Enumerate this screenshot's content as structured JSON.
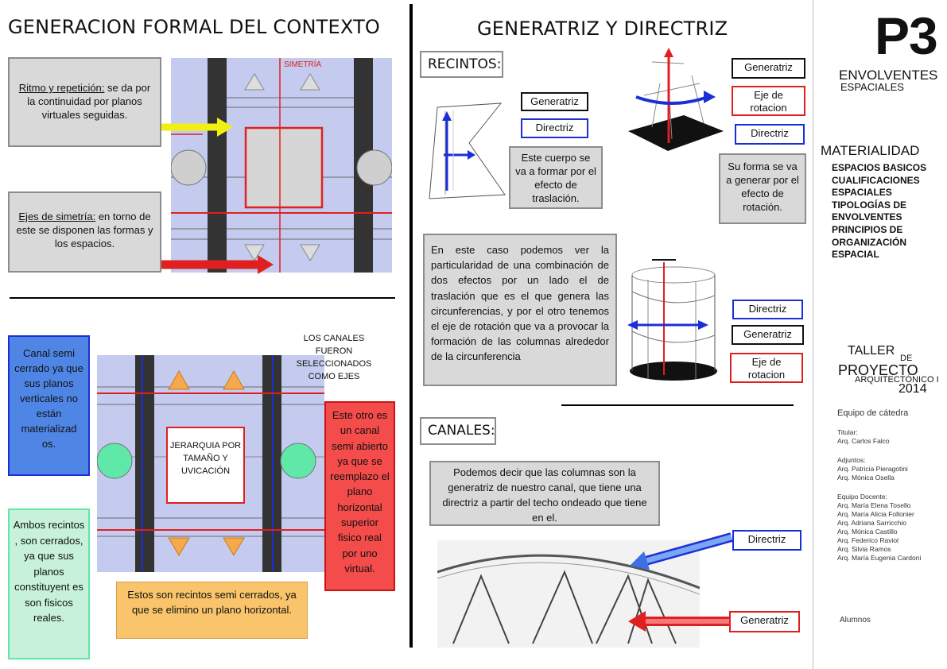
{
  "left": {
    "title": "GENERACION FORMAL DEL CONTEXTO",
    "simetria_label": "SIMETRÍA",
    "ritmo": {
      "head": "Ritmo y repetición:",
      "text": " se da por la continuidad por planos virtuales seguidas."
    },
    "ejes": {
      "head": "Ejes de simetría:",
      "text": " en torno de este se disponen las formas y los espacios."
    },
    "canal_semi": "Canal semi cerrado ya que sus planos verticales no están materializad os.",
    "ambos": "Ambos recintos , son cerrados, ya que sus planos constituyent es son fisicos reales.",
    "canales_ejes": "LOS CANALES FUERON SELECCIONADOS COMO EJES",
    "jerarquia": "JERARQUIA POR TAMAÑO Y UVICACIÓN",
    "estos": "Estos son recintos semi cerrados, ya que se elimino un plano horizontal.",
    "otro_canal": "Este otro es un canal semi abierto ya que se reemplazo el plano horizontal superior fisico real por uno virtual."
  },
  "middle": {
    "title": "GENERATRIZ Y DIRECTRIZ",
    "recintos": "RECINTOS:",
    "generatriz": "Generatriz",
    "directriz": "Directriz",
    "eje_rotacion": "Eje de rotacion",
    "cuerpo": "Este cuerpo se va a formar por el efecto de traslación.",
    "forma": "Su forma se va a generar por el efecto de rotación.",
    "caso": "En este caso podemos ver la particularidad de una combinación de dos efectos por un lado el de traslación que es el que genera las circunferencias, y por el otro tenemos el eje de rotación que va a provocar la formación de las columnas alrededor de la circunferencia",
    "canales": "CANALES:",
    "columnas": "Podemos decir que las columnas son la generatriz de nuestro canal, que tiene una directriz a partir del techo ondeado que tiene en el."
  },
  "right": {
    "p3": "P3",
    "envolventes": "ENVOLVENTES",
    "espaciales": "ESPACIALES",
    "materialidad": "MATERIALIDAD",
    "topics": [
      "ESPACIOS BASICOS",
      "CUALIFICACIONES",
      "ESPACIALES",
      "TIPOLOGÍAS DE",
      "ENVOLVENTES",
      "PRINCIPIOS DE",
      "ORGANIZACIÓN",
      "ESPACIAL"
    ],
    "taller": "TALLER",
    "de": "DE",
    "proyecto": "PROYECTO",
    "arquitectonico": "ARQUITECTÓNICO I",
    "year": "2014",
    "equipo": "Equipo de cátedra",
    "titular_label": "Titular:",
    "titular": "Arq. Carlos Falco",
    "adjuntos_label": "Adjuntos:",
    "adjuntos": [
      "Arq. Patricia Pieragotini",
      "Arq. Mónica Osella"
    ],
    "docente_label": "Equipo Docente:",
    "docentes": [
      "Arq. María Elena Tosello",
      "Arq. María Alicia Follonier",
      "Arq. Adriana Sarricchio",
      "Arq. Mónica Castillo",
      "Arq. Federico Raviol",
      "Arq. Silvia Ramos",
      "Arq. María Eugenia Cardoni"
    ],
    "alumnos": "Alumnos"
  }
}
